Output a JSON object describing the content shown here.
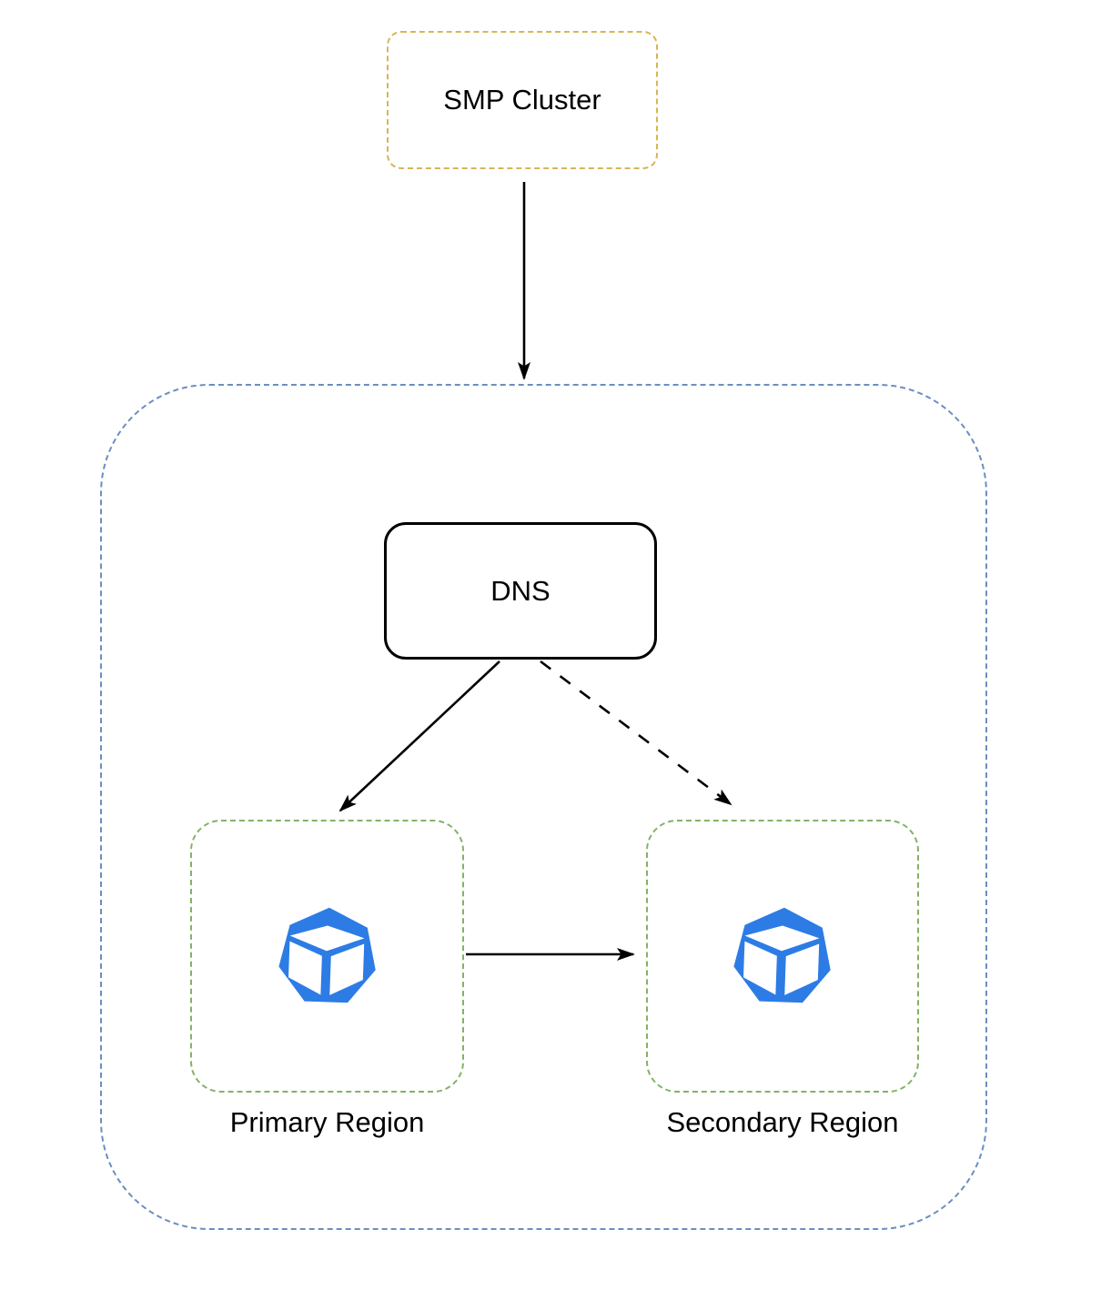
{
  "colors": {
    "background": "#ffffff",
    "text": "#000000",
    "smp_border": "#d6b656",
    "outer_border": "#6c8ebf",
    "region_border": "#82b366",
    "dns_border": "#000000",
    "arrow": "#000000",
    "icon": "#2d7ce5"
  },
  "nodes": {
    "smp_cluster": {
      "label": "SMP Cluster"
    },
    "dns": {
      "label": "DNS"
    },
    "primary_region": {
      "label": "Primary Region",
      "icon": "blue-heptagon-cube"
    },
    "secondary_region": {
      "label": "Secondary Region",
      "icon": "blue-heptagon-cube"
    }
  },
  "edges": [
    {
      "id": "smp-to-outer",
      "from": "smp_cluster",
      "to": "outer_container",
      "line": "solid",
      "arrowhead": "filled"
    },
    {
      "id": "dns-to-primary",
      "from": "dns",
      "to": "primary_region",
      "line": "solid",
      "arrowhead": "filled"
    },
    {
      "id": "dns-to-secondary",
      "from": "dns",
      "to": "secondary_region",
      "line": "dashed",
      "arrowhead": "filled"
    },
    {
      "id": "primary-to-secondary",
      "from": "primary_region",
      "to": "secondary_region",
      "line": "solid",
      "arrowhead": "filled"
    }
  ]
}
